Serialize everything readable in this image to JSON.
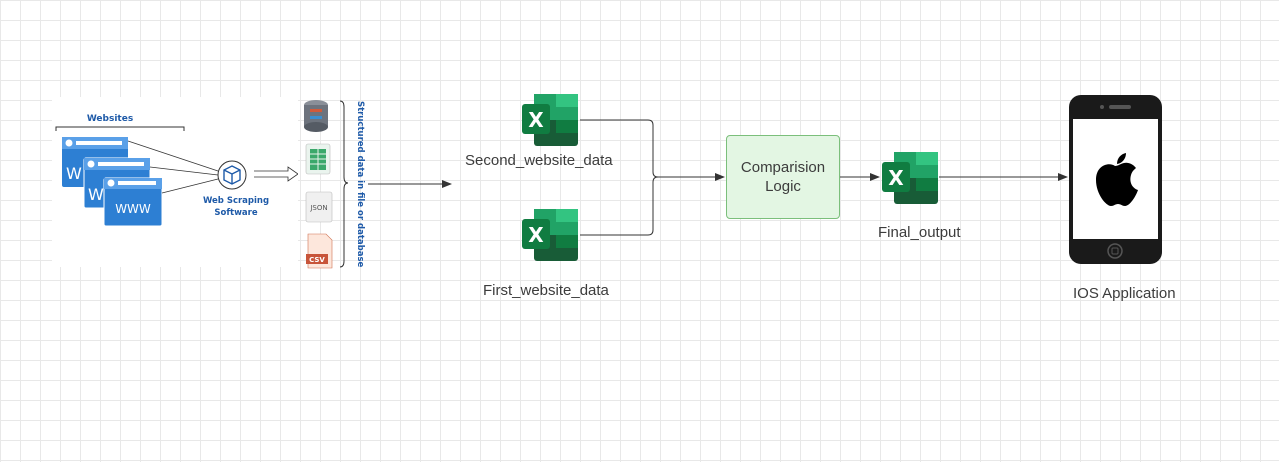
{
  "scraper": {
    "websites_label": "Websites",
    "www_text": "WWW",
    "software_label_line1": "Web Scraping",
    "software_label_line2": "Software",
    "vertical_label": "Structured data in file or database",
    "json_icon_text": "JSON",
    "csv_icon_text": "CSV"
  },
  "nodes": {
    "second_data": "Second_website_data",
    "first_data": "First_website_data",
    "logic": "Comparision\nLogic",
    "final_output": "Final_output",
    "ios_app": "IOS Application"
  },
  "icons": {
    "excel": "excel-icon",
    "phone": "iphone-icon",
    "apple": "apple-logo-icon",
    "database": "database-icon",
    "spreadsheet": "spreadsheet-file-icon",
    "json": "json-file-icon",
    "csv": "csv-file-icon",
    "cube": "cube-icon"
  },
  "colors": {
    "excel_dark": "#185c37",
    "excel_mid": "#21a366",
    "excel_light": "#33c481",
    "excel_badge": "#107c41",
    "logic_fill": "#e3f6e3",
    "logic_border": "#7bbf7b",
    "browser_blue": "#2d7fd3",
    "label_blue": "#1e5aa8"
  }
}
